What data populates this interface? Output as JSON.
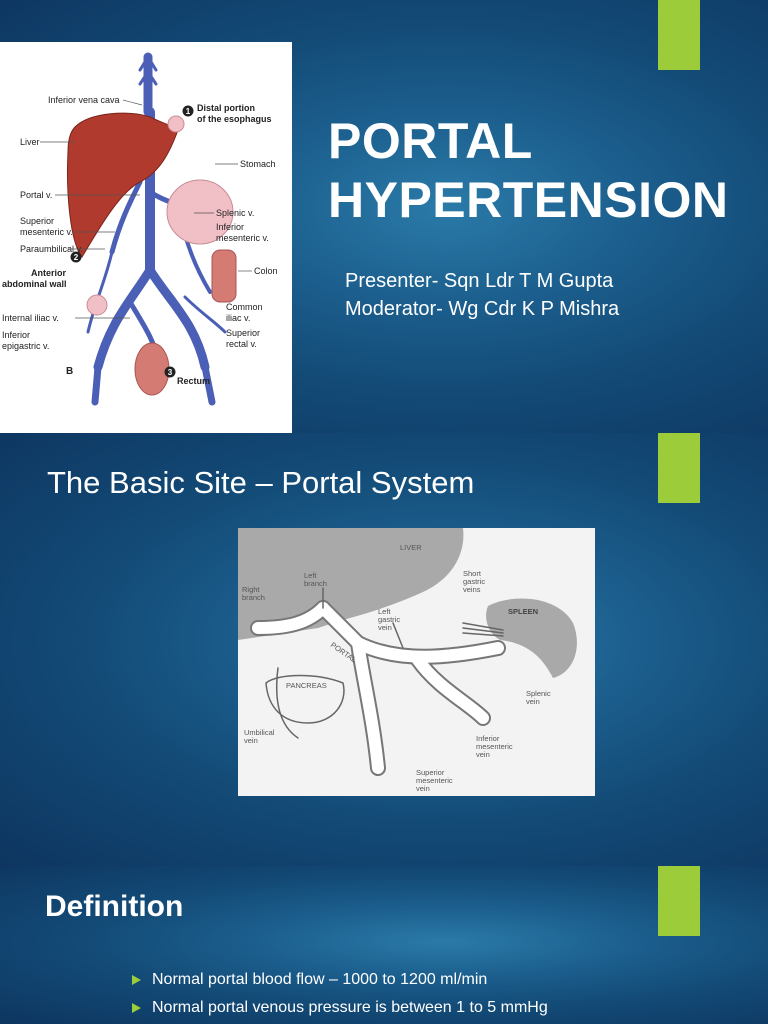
{
  "slide1": {
    "title_line1": "PORTAL",
    "title_line2": "HYPERTENSION",
    "presenter": "Presenter- Sqn Ldr T M Gupta",
    "moderator": "Moderator- Wg Cdr K P Mishra",
    "diagram_labels": {
      "ivc": "Inferior vena cava",
      "distal_1": "Distal portion",
      "distal_2": "of the esophagus",
      "liver": "Liver",
      "stomach": "Stomach",
      "portal": "Portal v.",
      "splenic": "Splenic v.",
      "sup_mes_1": "Superior",
      "sup_mes_2": "mesenteric v.",
      "inf_mes_1": "Inferior",
      "inf_mes_2": "mesenteric v.",
      "paraumbilical": "Paraumbilical v.",
      "abd_wall_1": "Anterior",
      "abd_wall_2": "abdominal wall",
      "colon": "Colon",
      "common_iliac_1": "Common",
      "common_iliac_2": "iliac v.",
      "internal_iliac": "Internal iliac v.",
      "inf_epi_1": "Inferior",
      "inf_epi_2": "epigastric v.",
      "sup_rectal_1": "Superior",
      "sup_rectal_2": "rectal v.",
      "rectum": "Rectum",
      "panel_letter": "B",
      "n1": "1",
      "n2": "2",
      "n3": "3"
    }
  },
  "slide2": {
    "title": "The Basic Site – Portal System",
    "schematic_labels": {
      "liver": "LIVER",
      "right_1": "Right",
      "right_2": "branch",
      "left_1": "Left",
      "left_2": "branch",
      "short_1": "Short",
      "short_2": "gastric",
      "short_3": "veins",
      "left_gastric_1": "Left",
      "left_gastric_2": "gastric",
      "left_gastric_3": "vein",
      "spleen": "SPLEEN",
      "portal": "PORTAL",
      "pancreas": "PANCREAS",
      "splenic_1": "Splenic",
      "splenic_2": "vein",
      "umbilical_1": "Umbilical",
      "umbilical_2": "vein",
      "inf_mes_1": "Inferior",
      "inf_mes_2": "mesenteric",
      "inf_mes_3": "vein",
      "sup_mes_1": "Superior",
      "sup_mes_2": "mesenteric",
      "sup_mes_3": "vein"
    }
  },
  "slide3": {
    "title": "Definition",
    "bullets": [
      "Normal portal blood flow – 1000 to 1200 ml/min",
      "Normal portal venous pressure is between 1 to 5 mmHg"
    ]
  },
  "colors": {
    "accent": "#9ccc3a",
    "background": "#134a76",
    "vein": "#4a5fb5",
    "liver": "#b03a2e"
  }
}
